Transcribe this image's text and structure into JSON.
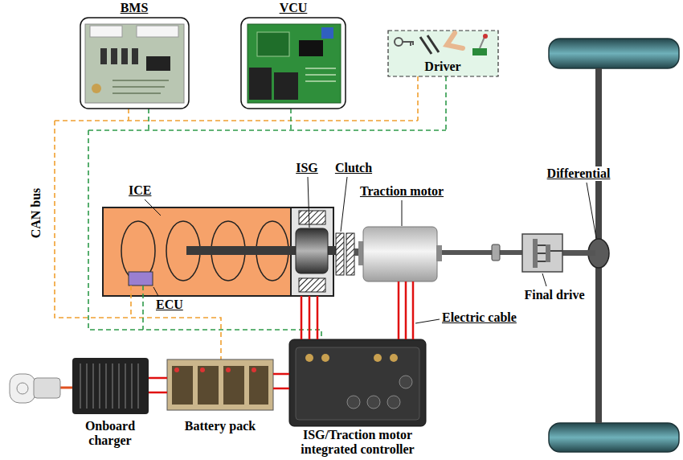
{
  "diagram": {
    "nodes": [
      {
        "text": [
          "BMS"
        ]
      },
      {
        "text": [
          "VCU"
        ]
      },
      {
        "text": [
          "Driver"
        ]
      },
      {
        "text": [
          "ICE"
        ]
      },
      {
        "text": [
          "ECU"
        ],
        "in": 3
      },
      {
        "text": [
          "ISG"
        ]
      },
      {
        "text": [
          "Clutch"
        ]
      },
      {
        "text": [
          "Traction motor"
        ]
      },
      {
        "text": [
          "Differential"
        ]
      },
      {
        "text": [
          "Final drive"
        ]
      },
      {
        "text": [
          "Onboard charger"
        ]
      },
      {
        "text": [
          "Battery pack"
        ]
      },
      {
        "text": [
          "ISG/Traction motor integrated controller"
        ]
      }
    ],
    "edges": [
      {
        "from": 10,
        "to": 11,
        "arrow": "none"
      },
      {
        "from": 11,
        "to": 12,
        "arrow": "none"
      },
      {
        "from": 5,
        "to": 12,
        "arrow": "none"
      },
      {
        "from": 7,
        "to": 12,
        "arrow": "none"
      }
    ],
    "labels": [
      "CAN bus",
      "Electric cable"
    ]
  }
}
